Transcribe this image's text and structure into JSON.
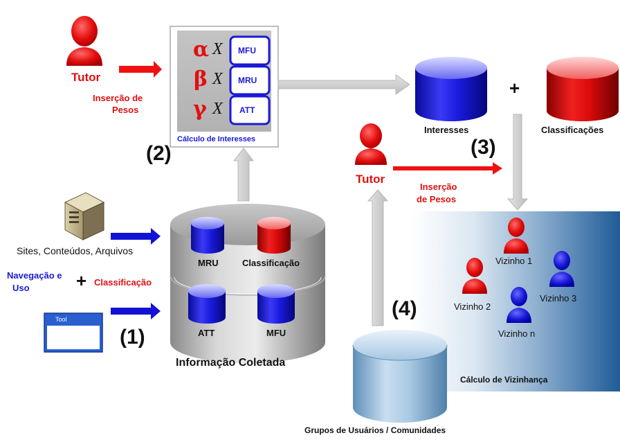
{
  "tutor_top": {
    "label": "Tutor",
    "insert1": "Inserção de",
    "insert2": "Pesos"
  },
  "calc": {
    "title": "Cálculo de Interesses",
    "rows": [
      {
        "greek": "α",
        "times": "X",
        "box": "MFU"
      },
      {
        "greek": "β",
        "times": "X",
        "box": "MRU"
      },
      {
        "greek": "γ",
        "times": "X",
        "box": "ATT"
      }
    ]
  },
  "steps": {
    "s1": "(1)",
    "s2": "(2)",
    "s3": "(3)",
    "s4": "(4)"
  },
  "results": {
    "interesses": "Interesses",
    "plus": "+",
    "classificacoes": "Classificações"
  },
  "tutor_mid": {
    "label": "Tutor",
    "insert1": "Inserção",
    "insert2": "de Pesos"
  },
  "sources": {
    "sites": "Sites, Conteúdos, Arquivos",
    "nav1": "Navegação e",
    "nav2": "Uso",
    "plus": "+",
    "classificacao": "Classificação",
    "tool_title": "Tool"
  },
  "store": {
    "mru": "MRU",
    "classificacao": "Classificação",
    "att": "ATT",
    "mfu": "MFU",
    "caption": "Informação Coletada"
  },
  "neighborhood": {
    "v1": "Vizinho 1",
    "v2": "Vizinho 2",
    "v3": "Vizinho 3",
    "vn": "Vizinho n",
    "caption": "Cálculo de Vizinhança"
  },
  "groups": {
    "caption": "Grupos de Usuários / Comunidades"
  },
  "colors": {
    "red": "#ee1111",
    "blue": "#1a1adf",
    "tutor_text": "#e01010"
  }
}
